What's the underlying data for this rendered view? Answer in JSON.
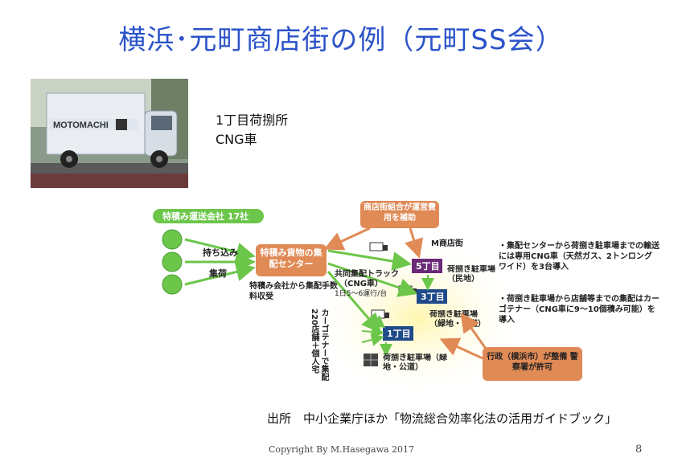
{
  "title": "横浜･元町商店街の例（元町SS会）",
  "photo": {
    "truck_logo_text": "MOTOMACHI",
    "caption_line1": "1丁目荷捌所",
    "caption_line2": "CNG車"
  },
  "diagram": {
    "carriers_label": "特積み運送会社 17社",
    "arrow_label_1": "持ち込み",
    "arrow_label_2": "集荷",
    "center_box": "特積み貨物の集配センター",
    "center_note": "特積み会社から集配手数料収受",
    "assoc_box": "商店街組合が運営費用を補助",
    "street_label": "M商店街",
    "truck_label_line1": "共同集配トラック",
    "truck_label_line2": "（CNG車）",
    "truck_label_line3": "1日5～6運行/台",
    "block_5": "5丁目",
    "block_3": "3丁目",
    "block_1": "1丁目",
    "parking_private": "荷捌き駐車場（民地）",
    "parking_public": "荷捌き駐車場（緑地・公道）",
    "parking_public_2": "荷捌き駐車場（緑地・公道）",
    "cart_note": "カーゴテナーで集配220店舗＋個人宅",
    "admin_box": "行政（横浜市）が整備 警察署が許可",
    "bullet_1": "・集配センターから荷捌き駐車場までの輸送には専用CNG車（天然ガス、2トンロングワイド）を3台導入",
    "bullet_2": "・荷捌き駐車場から店舗等までの集配はカーゴテナー（CNG車に9～10個積み可能）を導入",
    "colors": {
      "green": "#6cc64a",
      "orange": "#e08a56",
      "navy": "#1f4a8a",
      "purple": "#6a2a78",
      "halo": "#fbf6c8"
    }
  },
  "source": "出所　中小企業庁ほか「物流総合効率化法の活用ガイドブック」",
  "copyright": "Copyright By M.Hasegawa 2017",
  "page_number": "8"
}
